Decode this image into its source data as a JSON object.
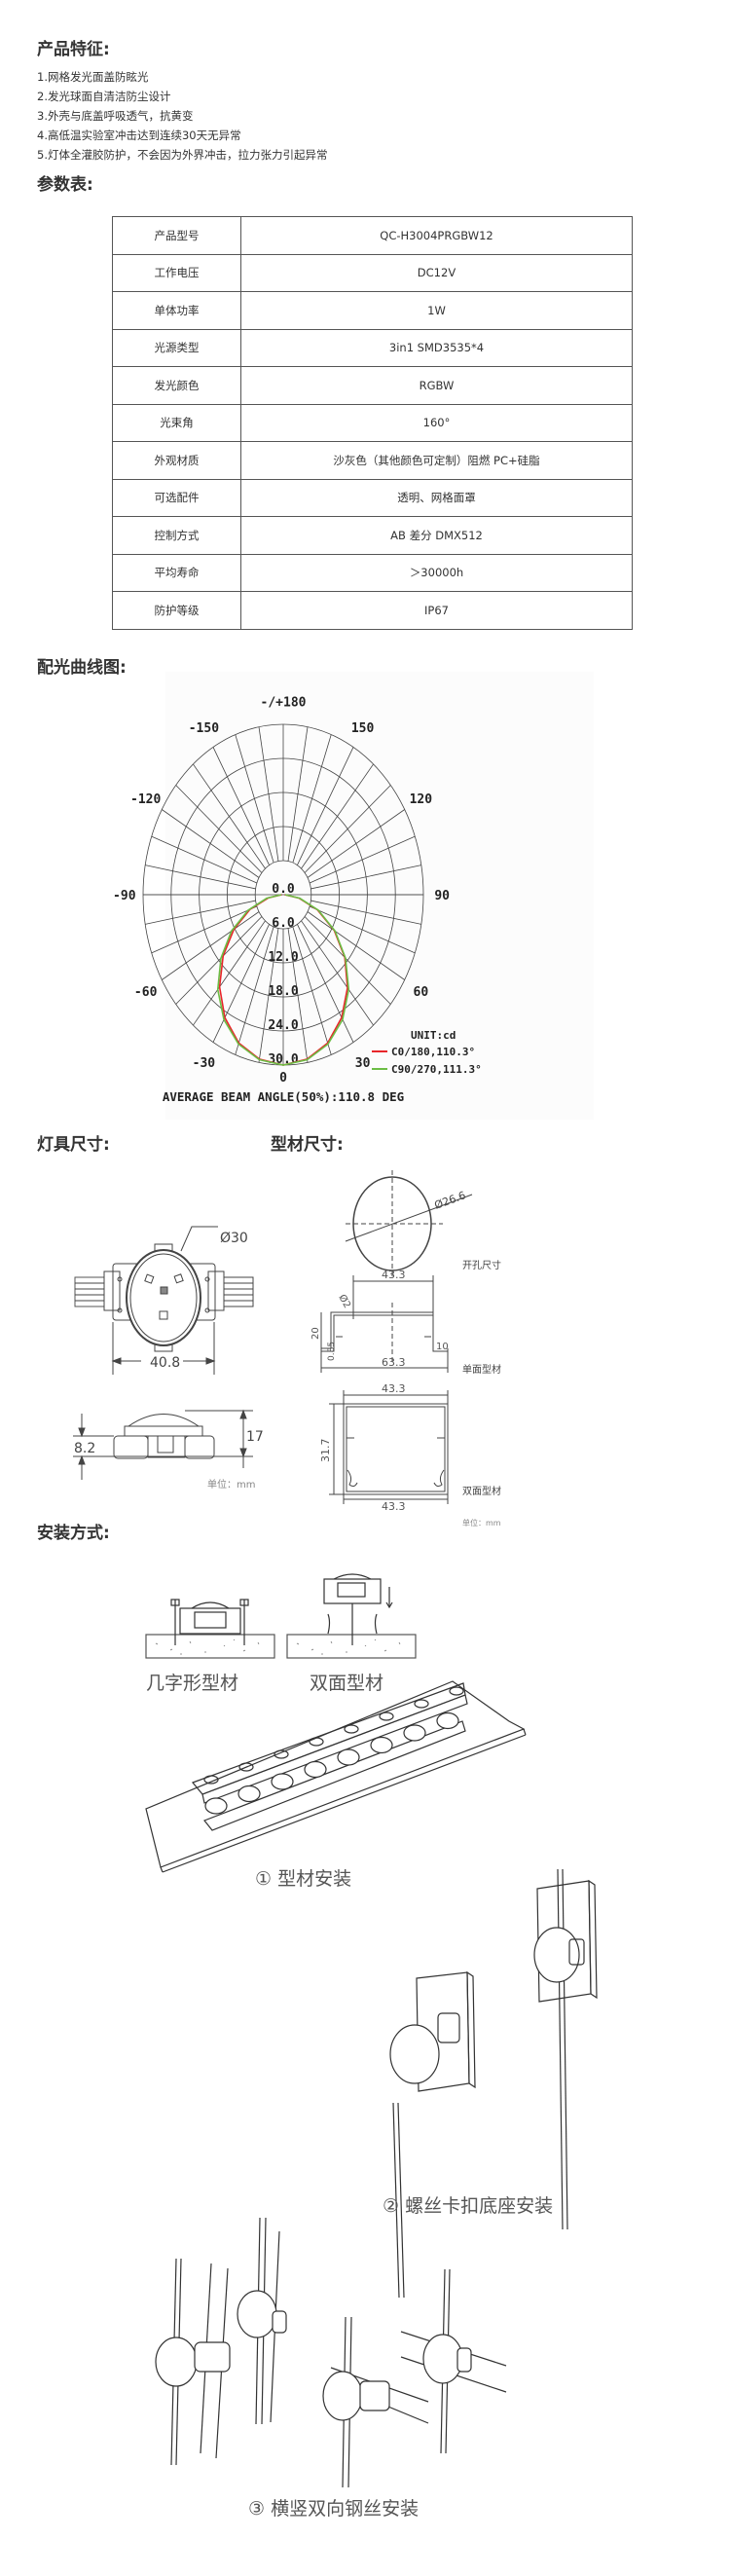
{
  "features": {
    "title": "产品特征:",
    "items": [
      "1.网格发光面盖防眩光",
      "2.发光球面自清洁防尘设计",
      "3.外壳与底盖呼吸透气，抗黄变",
      "4.高低温实验室冲击达到连续30天无异常",
      "5.灯体全灌胶防护，不会因为外界冲击，拉力张力引起异常"
    ]
  },
  "specs": {
    "title": "参数表:",
    "rows": [
      {
        "key": "产品型号",
        "value": "QC-H3004PRGBW12"
      },
      {
        "key": "工作电压",
        "value": "DC12V"
      },
      {
        "key": "单体功率",
        "value": "1W"
      },
      {
        "key": "光源类型",
        "value": "3in1 SMD3535*4"
      },
      {
        "key": "发光颜色",
        "value": "RGBW"
      },
      {
        "key": "光束角",
        "value": "160°"
      },
      {
        "key": "外观材质",
        "value": "沙灰色（其他颜色可定制）阻燃 PC+硅脂"
      },
      {
        "key": "可选配件",
        "value": "透明、网格面罩"
      },
      {
        "key": "控制方式",
        "value": "AB 差分 DMX512"
      },
      {
        "key": "平均寿命",
        "value": "＞30000h"
      },
      {
        "key": "防护等级",
        "value": "IP67"
      }
    ]
  },
  "photometric": {
    "title": "配光曲线图:"
  },
  "chart_data": {
    "type": "polar-line",
    "angle_labels": [
      "-/+180",
      "-150",
      "150",
      "-120",
      "120",
      "-90",
      "90",
      "-60",
      "60",
      "-30",
      "30",
      "0"
    ],
    "ring_labels": [
      "0.0",
      "6.0",
      "12.0",
      "18.0",
      "24.0",
      "30.0"
    ],
    "rlim": [
      0,
      30
    ],
    "unit_label": "UNIT:cd",
    "footer": "AVERAGE BEAM ANGLE(50%):110.8 DEG",
    "legend_position": "bottom-right",
    "angles": [
      -90,
      -80,
      -70,
      -60,
      -50,
      -40,
      -30,
      -20,
      -10,
      0,
      10,
      20,
      30,
      40,
      50,
      60,
      70,
      80,
      90
    ],
    "series": [
      {
        "name": "C0/180,110.3°",
        "color": "#e8252a",
        "values": [
          0.3,
          3.2,
          7.6,
          12.2,
          16.8,
          21.2,
          25.0,
          27.8,
          29.4,
          30.0,
          29.4,
          27.8,
          25.0,
          21.4,
          17.2,
          12.6,
          7.8,
          3.4,
          0.3
        ]
      },
      {
        "name": "C90/270,111.3°",
        "color": "#6cbd45",
        "values": [
          0.4,
          3.6,
          8.0,
          12.8,
          17.4,
          21.8,
          25.4,
          28.0,
          29.5,
          30.0,
          29.5,
          28.0,
          25.4,
          21.8,
          17.4,
          12.8,
          8.0,
          3.6,
          0.4
        ]
      }
    ]
  },
  "dimensions": {
    "lamp_title": "灯具尺寸:",
    "profile_title": "型材尺寸:",
    "lamp": {
      "diameter": "Ø30",
      "width": "40.8",
      "base_height": "8.2",
      "height": "17",
      "unit": "单位：mm"
    },
    "hole": {
      "diameter": "Ø26.6",
      "label": "开孔尺寸"
    },
    "single": {
      "top": "43.3",
      "hole": "Ø2",
      "height": "20",
      "thickness": "0.85",
      "flange": "10",
      "bottom": "63.3",
      "label": "单面型材"
    },
    "double": {
      "top": "43.3",
      "height": "31.7",
      "bottom": "43.3",
      "label": "双面型材",
      "unit": "单位：mm"
    }
  },
  "install": {
    "title": "安装方式:",
    "profile_a": "几字形型材",
    "profile_b": "双面型材",
    "method1": "① 型材安装",
    "method2": "② 螺丝卡扣底座安装",
    "method3": "③ 横竖双向钢丝安装"
  }
}
